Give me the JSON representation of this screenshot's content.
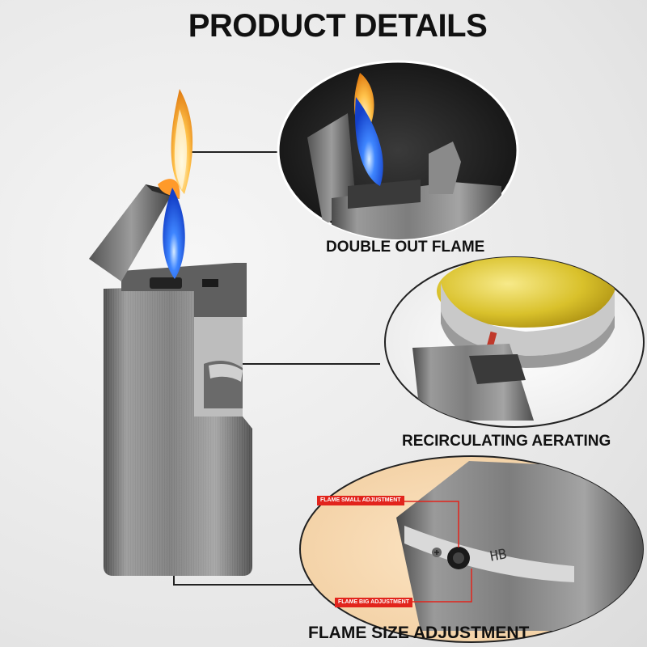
{
  "title": "PRODUCT DETAILS",
  "features": [
    {
      "label": "DOUBLE OUT FLAME"
    },
    {
      "label": "RECIRCULATING AERATING"
    },
    {
      "label": "FLAME SIZE ADJUSTMENT"
    }
  ],
  "tags": {
    "small": "FLAME SMALL ADJUSTMENT",
    "big": "FLAME BIG ADJUSTMENT"
  },
  "engraving": "HB",
  "colors": {
    "accent_red": "#e2241c",
    "flame_blue": "#2f6cff",
    "flame_orange": "#ffb23a"
  }
}
